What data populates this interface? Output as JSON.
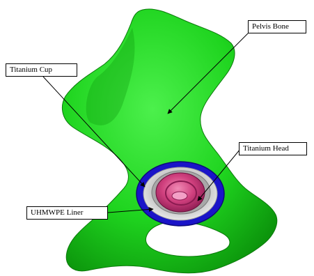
{
  "labels": {
    "pelvis_bone": "Pelvis Bone",
    "titanium_cup": "Titanium Cup",
    "titanium_head": "Titanium Head",
    "uhmwpe_liner": "UHMWPE Liner"
  },
  "colors": {
    "bone": "#1fd41f",
    "bone_dark": "#0b8a0b",
    "cup": "#1a14c8",
    "liner": "#c8c8c8",
    "head": "#d0407e",
    "head_dark": "#7a1446"
  }
}
